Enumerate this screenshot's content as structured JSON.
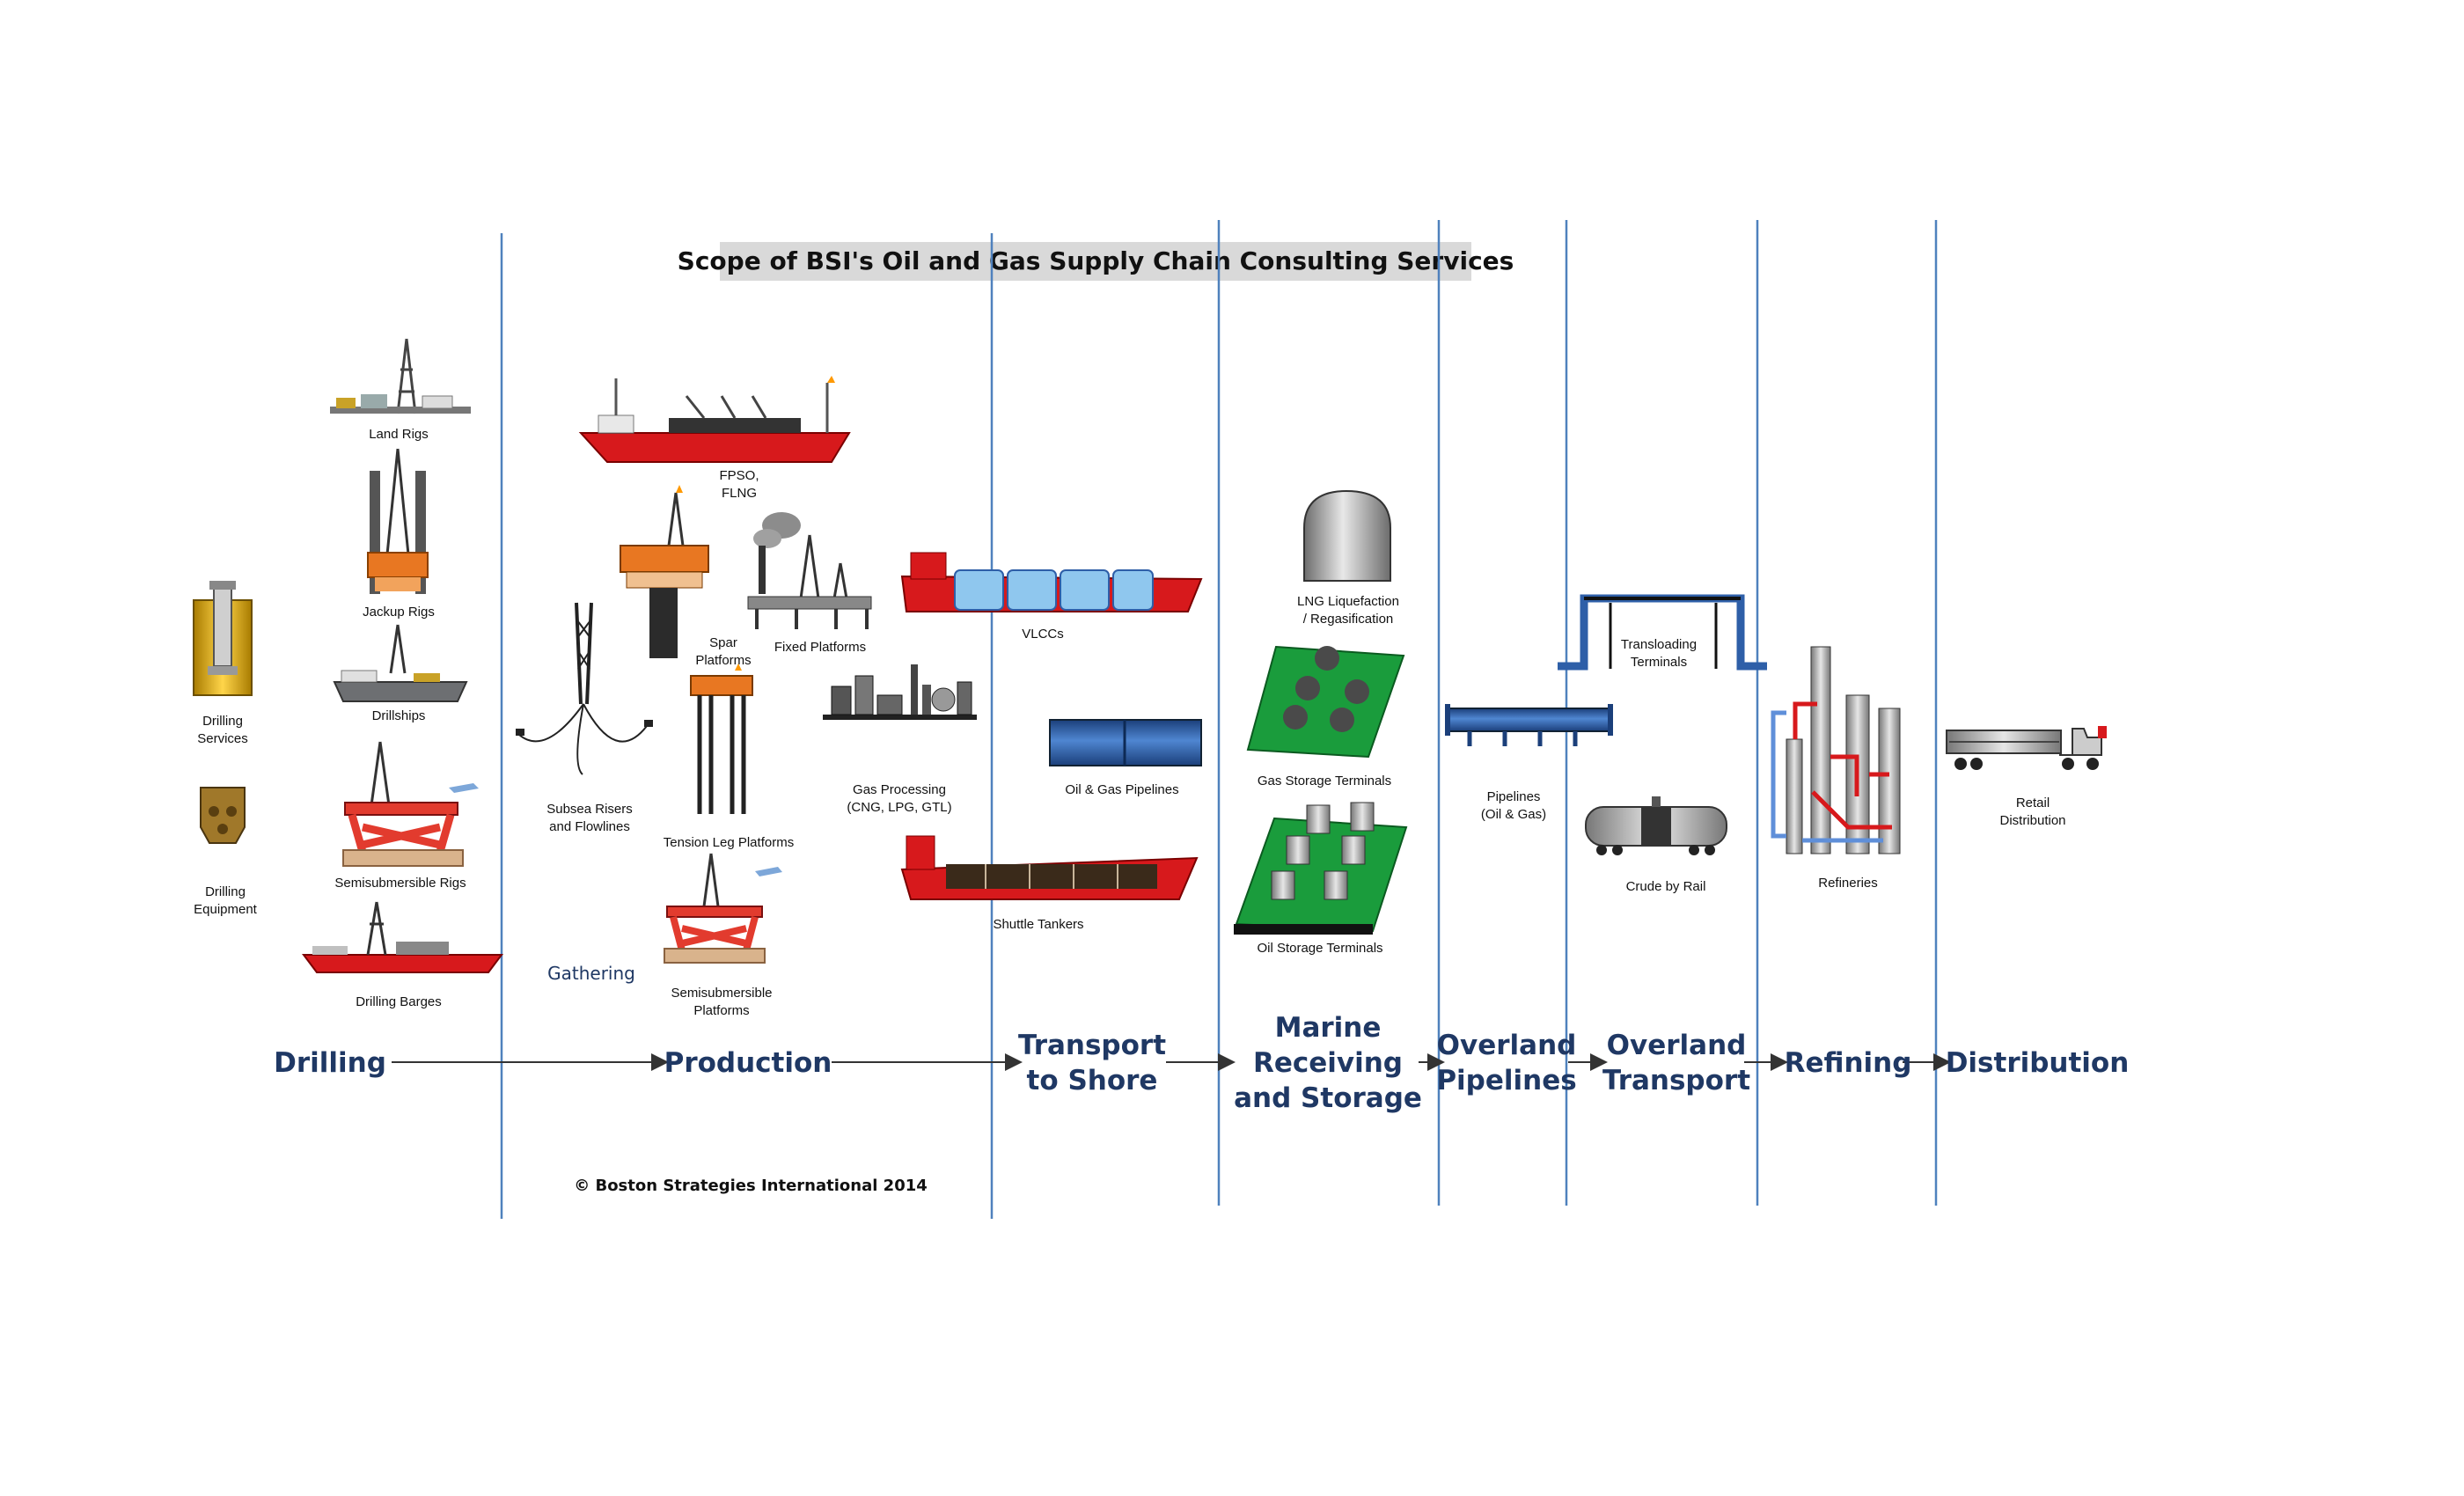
{
  "title": "Scope of BSI's Oil and Gas Supply Chain Consulting Services",
  "stages": {
    "drilling": "Drilling",
    "production": "Production",
    "transport_l1": "Transport",
    "transport_l2": "to Shore",
    "marine_l1": "Marine",
    "marine_l2": "Receiving",
    "marine_l3": "and Storage",
    "pipelines_l1": "Overland",
    "pipelines_l2": "Pipelines",
    "transport2_l1": "Overland",
    "transport2_l2": "Transport",
    "refining": "Refining",
    "distribution": "Distribution"
  },
  "items": {
    "drilling_services_l1": "Drilling",
    "drilling_services_l2": "Services",
    "drilling_equipment_l1": "Drilling",
    "drilling_equipment_l2": "Equipment",
    "land_rigs": "Land Rigs",
    "jackup_rigs": "Jackup Rigs",
    "drillships": "Drillships",
    "semisubmersible_rigs": "Semisubmersible Rigs",
    "drilling_barges": "Drilling Barges",
    "fpso_l1": "FPSO,",
    "fpso_l2": "FLNG",
    "spar_l1": "Spar",
    "spar_l2": "Platforms",
    "fixed_platforms": "Fixed Platforms",
    "subsea_l1": "Subsea Risers",
    "subsea_l2": "and Flowlines",
    "tension_leg": "Tension Leg Platforms",
    "semi_platforms_l1": "Semisubmersible",
    "semi_platforms_l2": "Platforms",
    "gathering": "Gathering",
    "gas_processing_l1": "Gas Processing",
    "gas_processing_l2": "(CNG, LPG, GTL)",
    "vlccs": "VLCCs",
    "oil_gas_pipelines": "Oil & Gas Pipelines",
    "shuttle_tankers": "Shuttle Tankers",
    "lng_l1": "LNG Liquefaction",
    "lng_l2": "/ Regasification",
    "gas_storage": "Gas Storage Terminals",
    "oil_storage": "Oil Storage Terminals",
    "pipelines_l1": "Pipelines",
    "pipelines_l2": "(Oil & Gas)",
    "transloading_l1": "Transloading",
    "transloading_l2": "Terminals",
    "crude_by_rail": "Crude by Rail",
    "refineries": "Refineries",
    "retail_l1": "Retail",
    "retail_l2": "Distribution"
  },
  "copyright": "© Boston Strategies International 2014",
  "colors": {
    "divider": "#4f81bd",
    "stage_text": "#1f3864",
    "title_bg": "#d9d9d9",
    "hull_red": "#d7191c",
    "platform_orange": "#e87722",
    "green_deck": "#1a9c3c",
    "pipe_blue": "#2e5fa8",
    "tank_blue": "#8fc7ee"
  }
}
